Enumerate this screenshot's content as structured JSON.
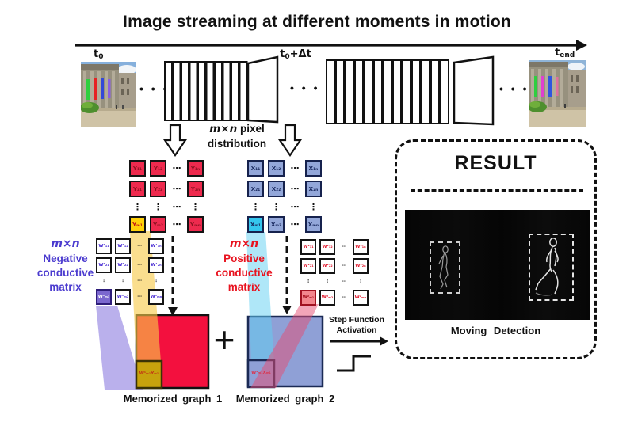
{
  "title": "Image streaming at different moments in motion",
  "timeline": {
    "t0": {
      "base": "t",
      "sub": "0"
    },
    "t0dt": {
      "base": "t",
      "sub": "0",
      "suffix": "+Δt"
    },
    "tend": {
      "base": "t",
      "sub": "end"
    },
    "dots": "• • •"
  },
  "pixel_distribution": {
    "mxn": "m×n",
    "rest": "pixel",
    "line2": "distribution"
  },
  "glyphs": {
    "eh": "⋯",
    "ev": "⋮",
    "plus": "+"
  },
  "matrices": {
    "y": {
      "cells": [
        [
          "Y₁₁",
          "Y₁₂",
          "Y₁ₙ"
        ],
        [
          "Y₂₁",
          "Y₂₂",
          "Y₂ₙ"
        ],
        [
          "Yₘ₁",
          "Yₘ₂",
          "Yₘₙ"
        ]
      ]
    },
    "x": {
      "cells": [
        [
          "X₁₁",
          "X₁₂",
          "X₁ₙ"
        ],
        [
          "X₂₁",
          "X₂₂",
          "X₂ₙ"
        ],
        [
          "Xₘ₁",
          "Xₘ₂",
          "Xₘₙ"
        ]
      ]
    },
    "w1": {
      "cells": [
        [
          "W¹₁₁",
          "W¹₁₂",
          "W¹₁ₙ"
        ],
        [
          "W¹₂₁",
          "W¹₂₂",
          "W¹₂ₙ"
        ],
        [
          "W¹ₘ₁",
          "W¹ₘ₂",
          "W¹ₘₙ"
        ]
      ]
    },
    "w2": {
      "cells": [
        [
          "W²₁₁",
          "W²₁₂",
          "W²₁ₙ"
        ],
        [
          "W²₂₁",
          "W²₂₂",
          "W²₂ₙ"
        ],
        [
          "W²ₘ₁",
          "W²ₘ₂",
          "W²ₘₙ"
        ]
      ]
    }
  },
  "labels": {
    "negative": {
      "mxn": "m×n",
      "l1": "Negative",
      "l2": "conductive",
      "l3": "matrix"
    },
    "positive": {
      "mxn": "m×n",
      "l1": "Positive",
      "l2": "conductive",
      "l3": "matrix"
    }
  },
  "graphs": {
    "g1": {
      "caption": "Memorized graph 1",
      "corner": "W¹ₘ₁Yₘ₁"
    },
    "g2": {
      "caption": "Memorized graph 2",
      "corner": "W²ₘ₁Xₘ₁"
    }
  },
  "step_function": {
    "l1": "Step Function",
    "l2": "Activation"
  },
  "result": {
    "title": "RESULT",
    "caption": "Moving Detection"
  },
  "colors": {
    "y_cell": "#ee2a4e",
    "y_highlight": "#ffd10a",
    "x_cell": "#93a7d9",
    "x_highlight": "#35c6ee",
    "w1_text": "#4b2fd4",
    "w1_highlight": "#7b68cf",
    "w2_text": "#e0162b",
    "w2_highlight": "#f2858d",
    "graph1_fill": "#f3103e",
    "graph2_fill": "#8fa0d6",
    "negative_text": "#4b3bcf",
    "positive_text": "#e8131f",
    "beam_yellow": "#f7c948",
    "beam_purple": "#8f7fe0",
    "beam_cyan": "#5fd0f2",
    "beam_pink": "#e54b72"
  }
}
